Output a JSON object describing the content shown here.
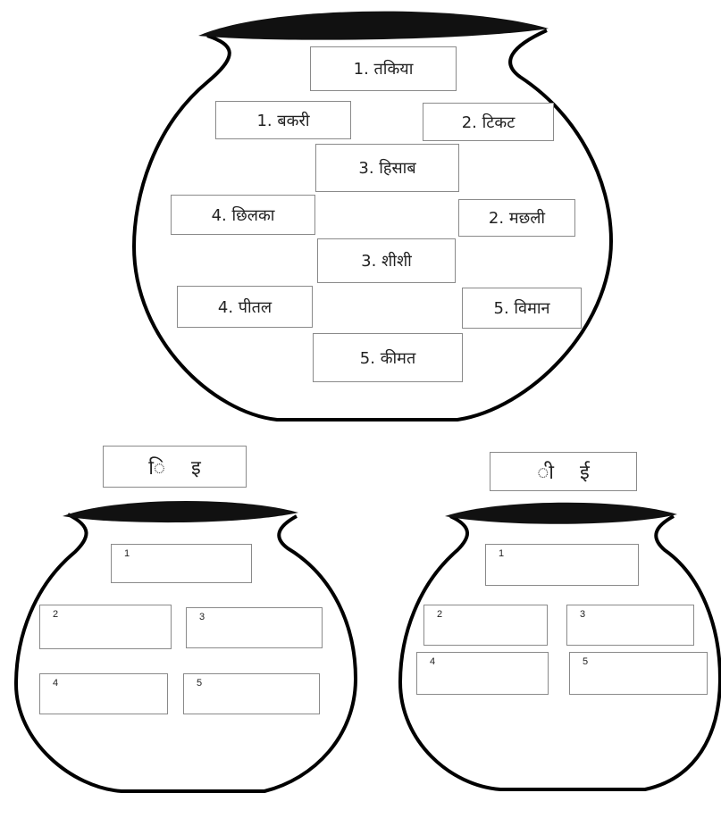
{
  "main_pot": {
    "words": [
      {
        "label": "1.  तकिया"
      },
      {
        "label": "1. बकरी"
      },
      {
        "label": "2. टिकट"
      },
      {
        "label": "3. हिसाब"
      },
      {
        "label": "4. छिलका"
      },
      {
        "label": "2. मछली"
      },
      {
        "label": "3. शीशी"
      },
      {
        "label": "4. पीतल"
      },
      {
        "label": "5. विमान"
      },
      {
        "label": "5. कीमत"
      }
    ]
  },
  "left_pot": {
    "header": "ि  इ",
    "slots": [
      "1",
      "2",
      "3",
      "4",
      "5"
    ]
  },
  "right_pot": {
    "header": "ी  ई",
    "slots": [
      "1",
      "2",
      "3",
      "4",
      "5"
    ]
  }
}
